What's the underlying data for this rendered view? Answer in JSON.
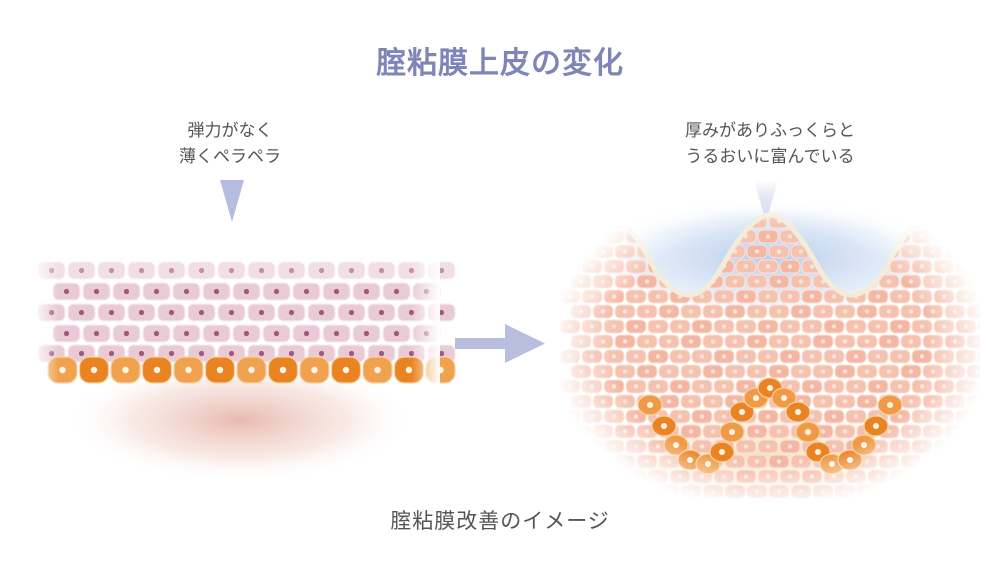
{
  "title": "腟粘膜上皮の変化",
  "left_caption": {
    "line1": "弾力がなく",
    "line2": "薄くペラペラ"
  },
  "right_caption": {
    "line1": "厚みがありふっくらと",
    "line2": "うるおいに富んでいる"
  },
  "footer": "腟粘膜改善のイメージ",
  "colors": {
    "title": "#7f86b7",
    "pointer": "#b7bde0",
    "arrow": "#b9bedf",
    "thin_cell_fill": "#e7c6d2",
    "thin_cell_nucleus": "#9a4a74",
    "basal_cell_fill": "#ee8d2e",
    "thick_cell_fill": "#f6c2b0",
    "thick_cell_nucleus": "#f7e4d8",
    "surface_blue": "#bcd2ef"
  }
}
